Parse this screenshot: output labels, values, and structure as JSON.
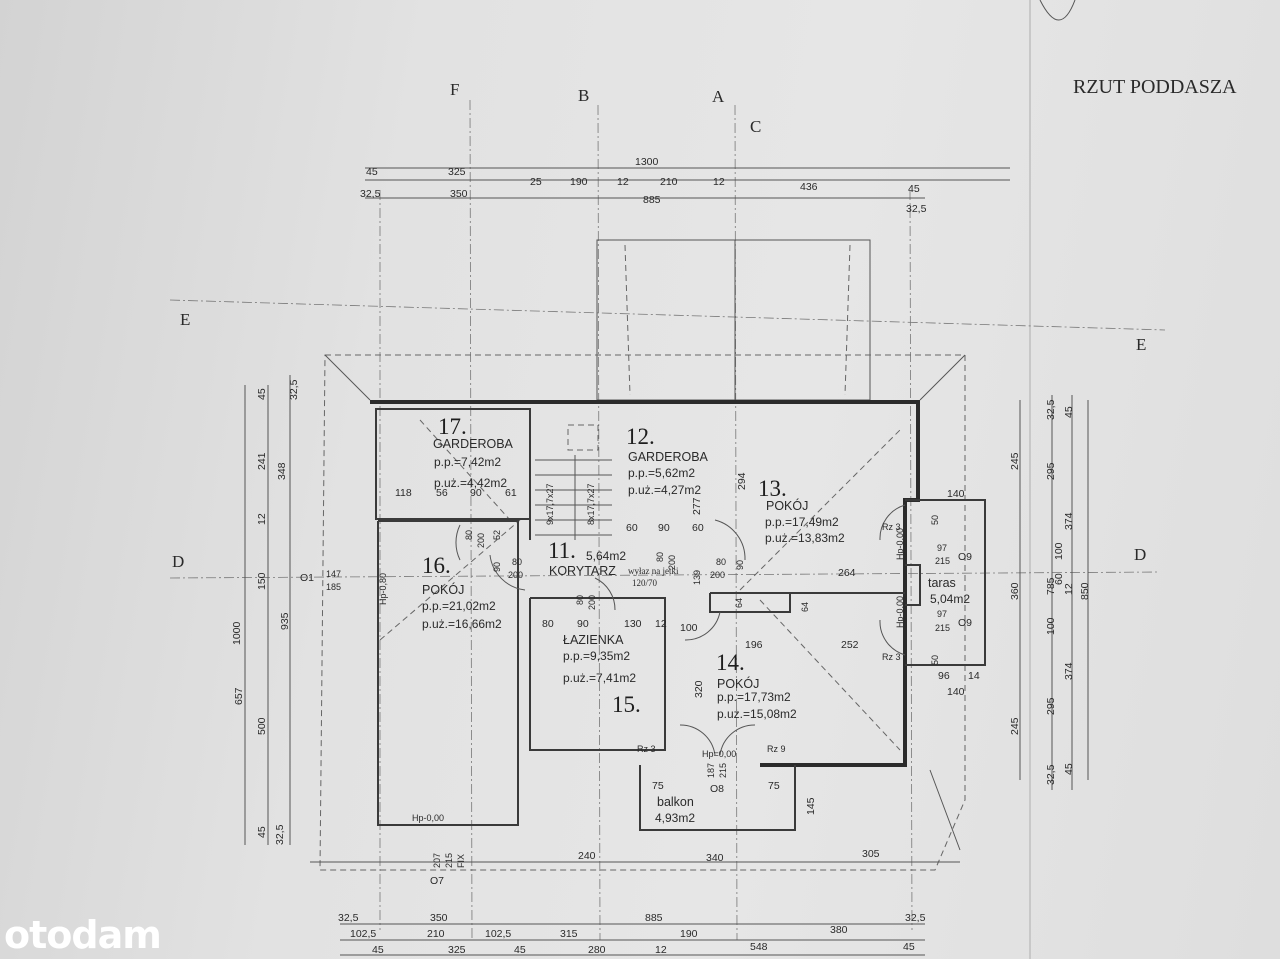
{
  "title": "RZUT PODDASZA",
  "section_markers": [
    "F",
    "B",
    "A",
    "C",
    "E",
    "E",
    "D",
    "D"
  ],
  "dimensions": {
    "top_row1": [
      "45",
      "325",
      "1300",
      "25",
      "190",
      "12",
      "210",
      "12",
      "436",
      "45"
    ],
    "top_row2": [
      "32,5",
      "350",
      "885",
      "32,5"
    ],
    "bottom_row0": [
      "240",
      "340",
      "305"
    ],
    "bottom_row1": [
      "32,5",
      "350",
      "885",
      "32,5"
    ],
    "bottom_row2": [
      "102,5",
      "210",
      "102,5",
      "315",
      "190",
      "380"
    ],
    "bottom_row3": [
      "45",
      "325",
      "45",
      "280",
      "12",
      "548",
      "45"
    ],
    "left": [
      "45",
      "241",
      "12",
      "150",
      "500",
      "45",
      "1000",
      "348",
      "657",
      "935",
      "32,5",
      "32,5"
    ],
    "right": [
      "32,5",
      "45",
      "245",
      "295",
      "374",
      "100",
      "785",
      "60",
      "12",
      "850",
      "360",
      "100",
      "374",
      "295",
      "245",
      "32,5",
      "45"
    ]
  },
  "rooms": [
    {
      "number": "17.",
      "name": "GARDEROBA",
      "pp": "p.p.=7,42m2",
      "puz": "p.uż.=4,42m2",
      "dims": [
        "118",
        "56",
        "90",
        "61"
      ]
    },
    {
      "number": "12.",
      "name": "GARDEROBA",
      "pp": "p.p.=5,62m2",
      "puz": "p.uż.=4,27m2",
      "dims": [
        "60",
        "90",
        "60",
        "294",
        "277"
      ]
    },
    {
      "number": "13.",
      "name": "POKÓJ",
      "pp": "p.p.=17,49m2",
      "puz": "p.uż.=13,83m2"
    },
    {
      "number": "16.",
      "name": "POKÓJ",
      "pp": "p.p.=21,02m2",
      "puz": "p.uż.=16,66m2",
      "extra": [
        "Hp-0,80",
        "O1",
        "147",
        "185",
        "Hp-0,00",
        "207",
        "215",
        "FIX",
        "O7"
      ]
    },
    {
      "number": "11.",
      "area": "5,64m2",
      "name": "KORYTARZ",
      "note": "wyłaz na jetki",
      "note2": "120/70",
      "stairs": [
        "9x17,7x27",
        "8x17,7x27"
      ]
    },
    {
      "number": "15.",
      "name": "ŁAZIENKA",
      "pp": "p.p.=9,35m2",
      "puz": "p.uż.=7,41m2",
      "dims": [
        "80",
        "90",
        "130",
        "12",
        "100",
        "320"
      ],
      "rz": "Rz 3"
    },
    {
      "number": "14.",
      "name": "POKÓJ",
      "pp": "p.p.=17,73m2",
      "puz": "p.uż.=15,08m2",
      "dims": [
        "196",
        "252",
        "264",
        "64",
        "64"
      ],
      "rz": [
        "Rz 3",
        "Rz 9",
        "Rz 3"
      ]
    },
    {
      "name": "balkon",
      "area": "4,93m2",
      "dims": [
        "75",
        "75",
        "145"
      ],
      "door": [
        "Hp=0,00",
        "187",
        "215",
        "O8"
      ]
    },
    {
      "name": "taras",
      "area": "5,04m2",
      "dims": [
        "140",
        "50",
        "50",
        "96",
        "14",
        "140"
      ],
      "windows": [
        "97",
        "215",
        "O9",
        "97",
        "215",
        "O9"
      ],
      "hp": [
        "Hp-0,00",
        "Hp-0,00"
      ]
    }
  ],
  "doors": [
    "80",
    "200",
    "52",
    "90",
    "80",
    "200",
    "80",
    "200",
    "80",
    "200",
    "139",
    "80",
    "200",
    "90"
  ],
  "logo": "otodam"
}
